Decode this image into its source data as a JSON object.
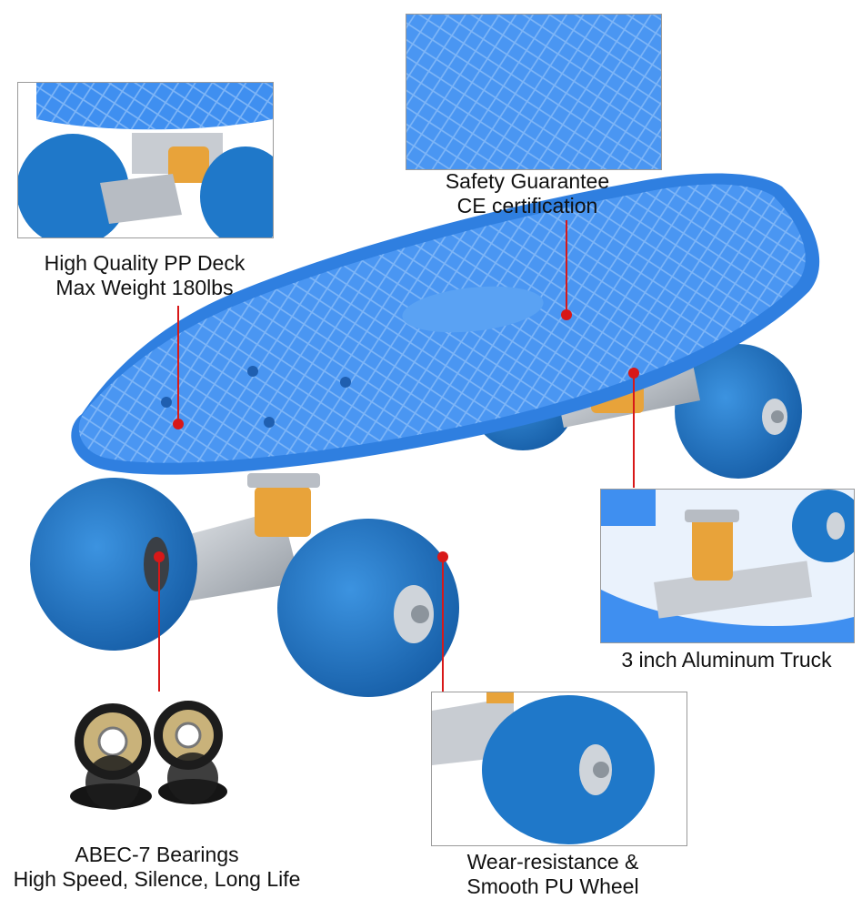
{
  "product": {
    "deck_color": "#3f8ff0",
    "wheel_color": "#1f78c9",
    "bushing_color": "#e8a33a",
    "truck_color": "#c8ccd2",
    "callout_color": "#d81818"
  },
  "callouts": {
    "deck": {
      "line1": "High Quality PP Deck",
      "line2": "Max Weight 180lbs"
    },
    "safety": {
      "line1": "Safety Guarantee",
      "line2": "CE certification"
    },
    "truck": {
      "line1": "3 inch Aluminum Truck"
    },
    "bearings": {
      "line1": "ABEC-7 Bearings",
      "line2": "High Speed, Silence, Long Life"
    },
    "wheel": {
      "line1": "Wear-resistance &",
      "line2": "Smooth PU Wheel"
    }
  }
}
